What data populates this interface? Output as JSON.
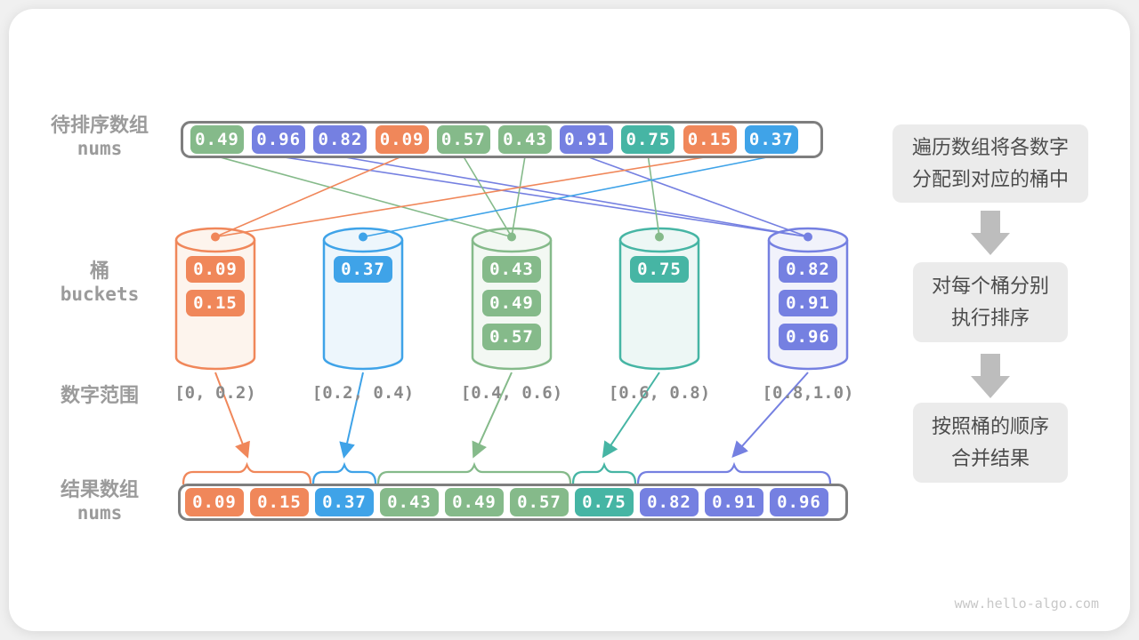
{
  "palette": {
    "orange": "#F0875A",
    "green": "#85BA8A",
    "blue": "#3FA3E8",
    "teal": "#46B5A4",
    "purple": "#7580E1",
    "orange_tint": "#FDF4ED",
    "green_tint": "#F3F8F3",
    "blue_tint": "#EDF6FC",
    "teal_tint": "#EDF7F5",
    "purple_tint": "#F1F2FB",
    "container_border": "#7E7E7E",
    "label_gray": "#9B9B9B",
    "range_gray": "#8A8A8A",
    "step_bg": "#EBEBEB",
    "step_text": "#4C4C4C",
    "flow_arrow": "#BDBDBD",
    "watermark_gray": "#C8C8C8"
  },
  "source_array": {
    "label_line1": "待排序数组",
    "label_line2": "nums",
    "cells": [
      {
        "value": "0.49",
        "color": "green",
        "bucket": 2
      },
      {
        "value": "0.96",
        "color": "purple",
        "bucket": 4
      },
      {
        "value": "0.82",
        "color": "purple",
        "bucket": 4
      },
      {
        "value": "0.09",
        "color": "orange",
        "bucket": 0
      },
      {
        "value": "0.57",
        "color": "green",
        "bucket": 2
      },
      {
        "value": "0.43",
        "color": "green",
        "bucket": 2
      },
      {
        "value": "0.91",
        "color": "purple",
        "bucket": 4
      },
      {
        "value": "0.75",
        "color": "teal",
        "bucket": 3,
        "line_color": "green"
      },
      {
        "value": "0.15",
        "color": "orange",
        "bucket": 0
      },
      {
        "value": "0.37",
        "color": "blue",
        "bucket": 1
      }
    ]
  },
  "buckets": {
    "label_line1": "桶",
    "label_line2": "buckets",
    "range_label": "数字范围",
    "items": [
      {
        "color": "orange",
        "dot_color": "orange",
        "range": "[0, 0.2)",
        "values": [
          "0.09",
          "0.15"
        ]
      },
      {
        "color": "blue",
        "dot_color": "blue",
        "range": "[0.2, 0.4)",
        "values": [
          "0.37"
        ]
      },
      {
        "color": "green",
        "dot_color": "green",
        "range": "[0.4, 0.6)",
        "values": [
          "0.43",
          "0.49",
          "0.57"
        ]
      },
      {
        "color": "teal",
        "dot_color": "green",
        "range": "[0.6, 0.8)",
        "values": [
          "0.75"
        ]
      },
      {
        "color": "purple",
        "dot_color": "purple",
        "range": "[0.8,1.0)",
        "values": [
          "0.82",
          "0.91",
          "0.96"
        ]
      }
    ]
  },
  "result_array": {
    "label_line1": "结果数组",
    "label_line2": "nums",
    "cells": [
      {
        "value": "0.09",
        "color": "orange"
      },
      {
        "value": "0.15",
        "color": "orange"
      },
      {
        "value": "0.37",
        "color": "blue"
      },
      {
        "value": "0.43",
        "color": "green"
      },
      {
        "value": "0.49",
        "color": "green"
      },
      {
        "value": "0.57",
        "color": "green"
      },
      {
        "value": "0.75",
        "color": "teal"
      },
      {
        "value": "0.82",
        "color": "purple"
      },
      {
        "value": "0.91",
        "color": "purple"
      },
      {
        "value": "0.96",
        "color": "purple"
      }
    ],
    "groups": [
      {
        "start": 0,
        "end": 1,
        "color": "orange",
        "bucket": 0
      },
      {
        "start": 2,
        "end": 2,
        "color": "blue",
        "bucket": 1
      },
      {
        "start": 3,
        "end": 5,
        "color": "green",
        "bucket": 2
      },
      {
        "start": 6,
        "end": 6,
        "color": "teal",
        "bucket": 3
      },
      {
        "start": 7,
        "end": 9,
        "color": "purple",
        "bucket": 4
      }
    ]
  },
  "steps": {
    "step1": {
      "line1": "遍历数组将各数字",
      "line2": "分配到对应的桶中"
    },
    "step2": {
      "line1": "对每个桶分别",
      "line2": "执行排序"
    },
    "step3": {
      "line1": "按照桶的顺序",
      "line2": "合并结果"
    }
  },
  "watermark": "www.hello-algo.com"
}
